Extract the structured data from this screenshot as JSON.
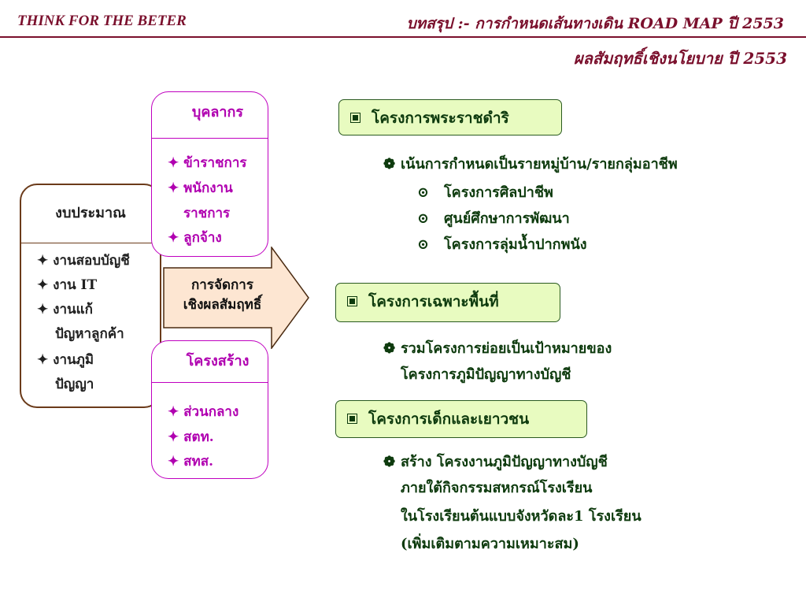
{
  "header": {
    "left": "THINK FOR THE BETER",
    "right": "บทสรุป :- การกำหนดเส้นทางเดิน ROAD MAP ปี 2553",
    "subtitle": "ผลสัมฤทธิ์เชิงนโยบาย ปี 2553"
  },
  "budget": {
    "title": "งบประมาณ",
    "items": [
      "✦ งานสอบบัญชี",
      "✦ งาน IT",
      "✦ งานแก้",
      "ปัญหาลูกค้า",
      "✦ งานภูมิ",
      "ปัญญา"
    ]
  },
  "staff": {
    "title": "บุคลากร",
    "items": [
      "✦ ข้าราชการ",
      "✦ พนักงาน",
      "ราชการ",
      "✦ ลูกจ้าง"
    ]
  },
  "structure": {
    "title": "โครงสร้าง",
    "items": [
      "✦  ส่วนกลาง",
      "✦  สตท.",
      "✦  สทส."
    ]
  },
  "arrow": {
    "line1": "การจัดการ",
    "line2": "เชิงผลสัมฤทธิ์"
  },
  "projects": [
    {
      "title": "โครงการพระราชดำริ",
      "bullet": "❁",
      "lines": [
        "เน้นการกำหนดเป็นรายหมู่บ้าน/รายกลุ่มอาชีพ"
      ],
      "sub_bullet": "⊙",
      "subitems": [
        "โครงการศิลปาชีพ",
        "ศูนย์ศึกษาการพัฒนา",
        "โครงการลุ่มน้ำปากพนัง"
      ]
    },
    {
      "title": "โครงการเฉพาะพื้นที่",
      "bullet": "❁",
      "lines": [
        "รวมโครงการย่อยเป็นเป้าหมายของ",
        "โครงการภูมิปัญญาทางบัญชี"
      ]
    },
    {
      "title": "โครงการเด็กและเยาวชน",
      "bullet": "❁",
      "lines": [
        "สร้าง   โครงงานภูมิปัญญาทางบัญชี",
        "ภายใต้กิจกรรมสหกรณ์โรงเรียน",
        "ในโรงเรียนต้นแบบจังหวัดละ1 โรงเรียน",
        "(เพิ่มเติมตามความเหมาะสม)"
      ]
    }
  ]
}
